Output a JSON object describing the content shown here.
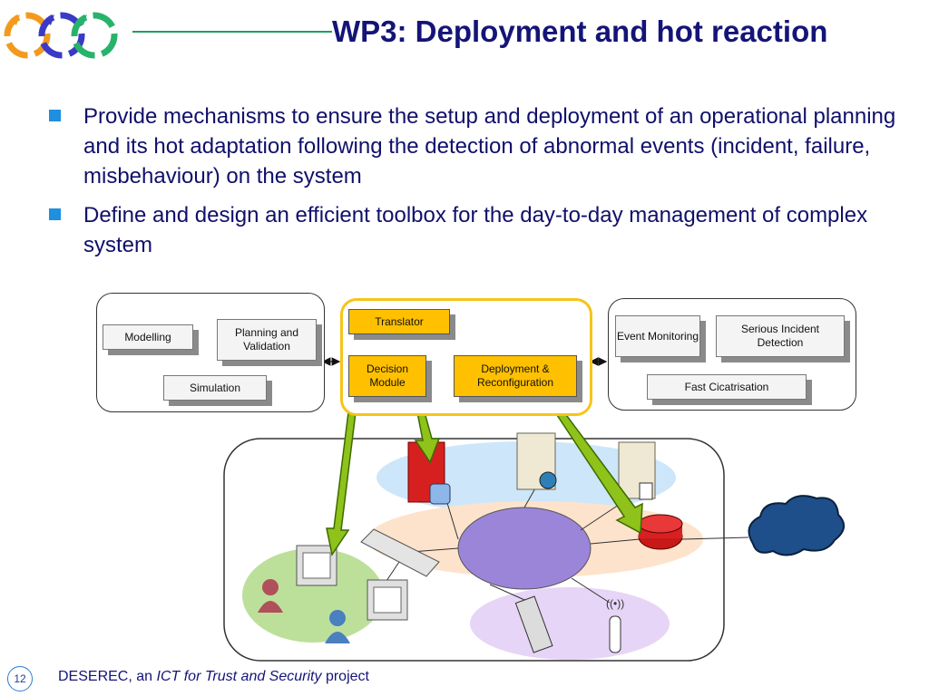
{
  "title": "WP3: Deployment and hot reaction",
  "bullets": [
    "Provide mechanisms to ensure the setup and deployment of an operational planning and its hot adaptation following the detection of abnormal events (incident, failure, misbehaviour) on the system",
    "Define and design an efficient toolbox for the day-to-day management of complex system"
  ],
  "diagram": {
    "left_panel": {
      "modelling": "Modelling",
      "planning": "Planning and Validation",
      "simulation": "Simulation"
    },
    "center_panel": {
      "translator": "Translator",
      "decision": "Decision Module",
      "deployment": "Deployment & Reconfiguration"
    },
    "right_panel": {
      "event": "Event Monitoring",
      "serious": "Serious Incident Detection",
      "fast": "Fast Cicatrisation"
    }
  },
  "footer": {
    "page_number": "12",
    "prefix": "DESEREC,  an",
    "italic": "ICT for Trust and Security",
    "suffix": "project"
  },
  "colors": {
    "title": "#141478",
    "bullet_square": "#1f8fe0",
    "highlight_box": "#ffc000",
    "arrow_green": "#8fc21a"
  }
}
